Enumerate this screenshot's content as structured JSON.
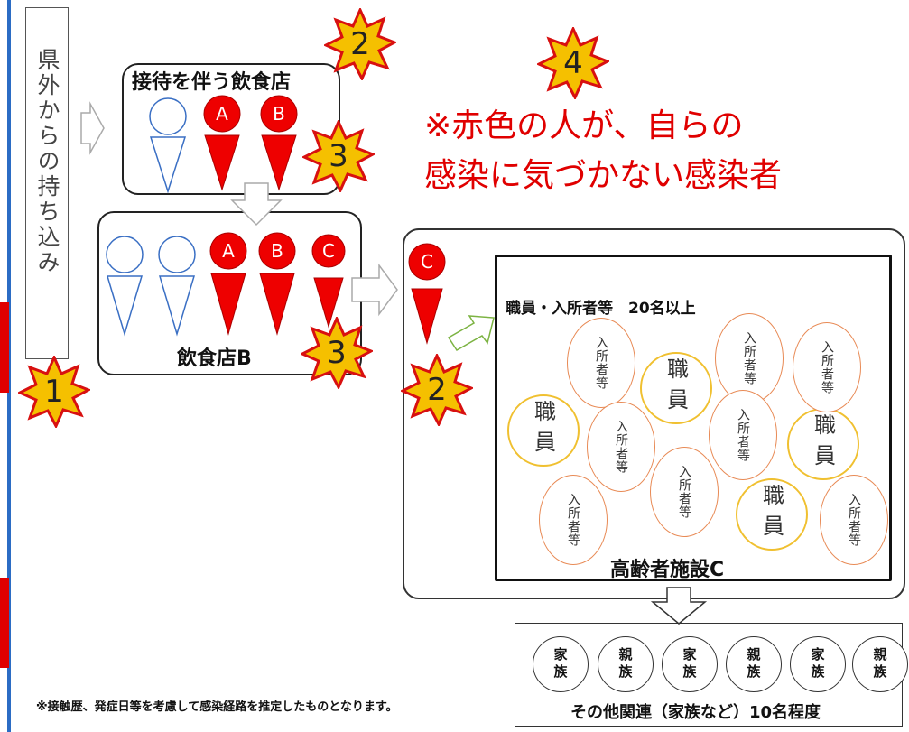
{
  "origin": {
    "text": "県外からの持ち込み"
  },
  "box1": {
    "title": "接待を伴う飲食店",
    "people": [
      "",
      "A",
      "B"
    ]
  },
  "box2": {
    "title": "飲食店B",
    "people": [
      "",
      "",
      "A",
      "B",
      "C"
    ]
  },
  "transfer_person": "C",
  "note": {
    "line1": "※赤色の人が、自らの",
    "line2": "感染に気づかない感染者"
  },
  "facility": {
    "header": "職員・入所者等　20名以上",
    "title": "高齢者施設C",
    "staff_label": "職員",
    "resident_label": "入所者等"
  },
  "family": {
    "items": [
      "家族",
      "親族",
      "家族",
      "親族",
      "家族",
      "親族"
    ],
    "title": "その他関連（家族など）10名程度"
  },
  "footnote": "※接触歴、発症日等を考慮して感染経路を推定したものとなります。",
  "badges": [
    "1",
    "2",
    "3",
    "3",
    "2",
    "4"
  ],
  "colors": {
    "infected": "#ee0000",
    "healthy_outline": "#3a6fc4",
    "badge_fill": "#f5c000",
    "badge_star": "#d81010",
    "staff": "#f0c030",
    "resident": "#e88a55",
    "note": "#e00000"
  }
}
